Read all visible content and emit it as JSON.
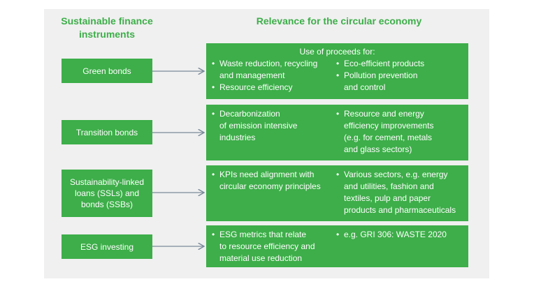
{
  "headings": {
    "left": "Sustainable finance instruments",
    "right": "Relevance for the circular economy"
  },
  "instruments": [
    {
      "label": "Green bonds"
    },
    {
      "label": "Transition bonds"
    },
    {
      "label": "Sustainability-linked loans (SSLs) and bonds (SSBs)"
    },
    {
      "label": "ESG investing"
    }
  ],
  "relevance": [
    {
      "title": "Use of proceeds for:",
      "col_a": [
        "Waste reduction, recycling\nand management",
        "Resource efficiency"
      ],
      "col_b": [
        "Eco-efficient products",
        "Pollution prevention\nand control"
      ]
    },
    {
      "title": "",
      "col_a": [
        "Decarbonization\nof emission intensive\nindustries"
      ],
      "col_b": [
        "Resource and energy\nefficiency improvements\n(e.g. for cement, metals\nand glass sectors)"
      ]
    },
    {
      "title": "",
      "col_a": [
        "KPIs need alignment with\ncircular economy principles"
      ],
      "col_b": [
        "Various sectors, e.g. energy\nand utilities, fashion and\ntextiles, pulp and paper\nproducts and pharmaceuticals"
      ]
    },
    {
      "title": "",
      "col_a": [
        "ESG metrics that relate\nto resource efficiency and\nmaterial use reduction"
      ],
      "col_b": [
        "e.g. GRI 306: WASTE 2020"
      ]
    }
  ],
  "colors": {
    "green": "#3dae49",
    "panel": "#f0f0f0",
    "arrow": "#7a8a9a"
  }
}
